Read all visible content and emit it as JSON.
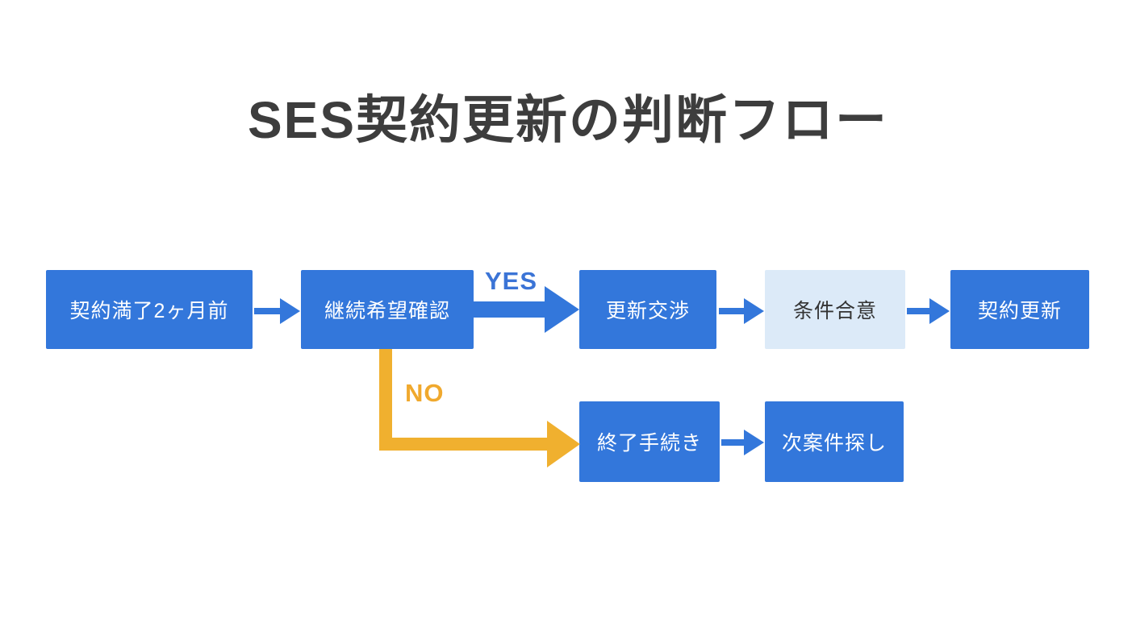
{
  "title": "SES契約更新の判断フロー",
  "colors": {
    "node_blue": "#3377db",
    "node_light_blue": "#dceaf8",
    "arrow_blue": "#3377db",
    "arrow_yellow": "#f0b02f",
    "yes_label_color": "#3b74d6",
    "no_label_color": "#f0a92e",
    "title_text": "#3d3d3d",
    "node_text_light": "#ffffff",
    "node_text_dark": "#333333",
    "background": "#ffffff"
  },
  "flow": {
    "nodes": [
      {
        "id": "contract-expiry-2months",
        "label": "契約満了2ヶ月前",
        "variant": "primary"
      },
      {
        "id": "confirm-continuation",
        "label": "継続希望確認",
        "variant": "primary"
      },
      {
        "id": "renewal-negotiation",
        "label": "更新交渉",
        "variant": "primary"
      },
      {
        "id": "condition-agreement",
        "label": "条件合意",
        "variant": "light"
      },
      {
        "id": "contract-renewal",
        "label": "契約更新",
        "variant": "primary"
      },
      {
        "id": "termination-procedure",
        "label": "終了手続き",
        "variant": "primary"
      },
      {
        "id": "next-project-search",
        "label": "次案件探し",
        "variant": "primary"
      }
    ],
    "edge_labels": {
      "yes": "YES",
      "no": "NO"
    },
    "edges": [
      {
        "from": "contract-expiry-2months",
        "to": "confirm-continuation",
        "label": ""
      },
      {
        "from": "confirm-continuation",
        "to": "renewal-negotiation",
        "label": "YES"
      },
      {
        "from": "renewal-negotiation",
        "to": "condition-agreement",
        "label": ""
      },
      {
        "from": "condition-agreement",
        "to": "contract-renewal",
        "label": ""
      },
      {
        "from": "confirm-continuation",
        "to": "termination-procedure",
        "label": "NO"
      },
      {
        "from": "termination-procedure",
        "to": "next-project-search",
        "label": ""
      }
    ]
  }
}
